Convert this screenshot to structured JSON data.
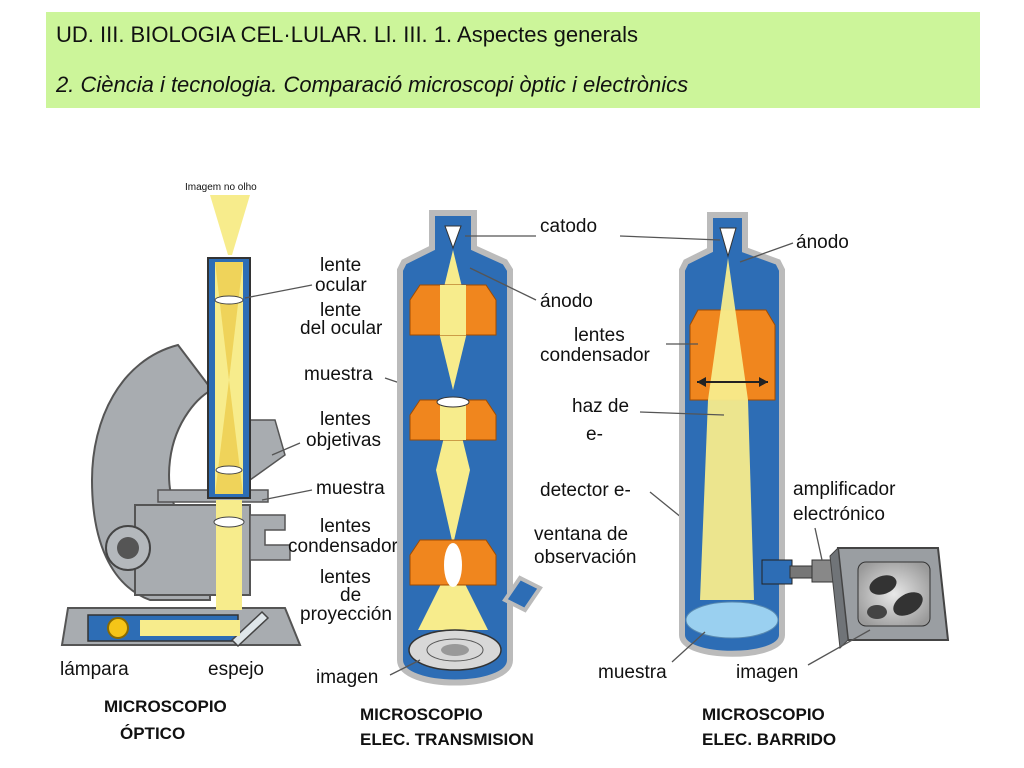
{
  "header": {
    "title": "UD. III. BIOLOGIA CEL·LULAR. Ll. III. 1. Aspectes generals",
    "subtitle": "2. Ciència i tecnologia. Comparació microscopi òptic i  electrònics"
  },
  "optical": {
    "top_label": "Imagem no olho",
    "lente_ocular_1": "lente",
    "lente_ocular_2": "ocular",
    "lente_del_ocular_1": "lente",
    "lente_del_ocular_2": "del ocular",
    "muestra_top": "muestra",
    "lentes_objetivas_1": "lentes",
    "lentes_objetivas_2": "objetivas",
    "muestra_bottom": "muestra",
    "lentes_condensador_1": "lentes",
    "lentes_condensador_2": "condensador",
    "lentes_proyeccion_1": "lentes",
    "lentes_proyeccion_2": "de",
    "lentes_proyeccion_3": "proyección",
    "lampara": "lámpara",
    "espejo": "espejo",
    "caption_1": "MICROSCOPIO",
    "caption_2": "ÓPTICO"
  },
  "transmission": {
    "catodo": "catodo",
    "anodo": "ánodo",
    "lentes_condensador_1": "lentes",
    "lentes_condensador_2": "condensador",
    "haz_1": "haz de",
    "haz_2": "e-",
    "detector": "detector e-",
    "ventana_1": "ventana de",
    "ventana_2": "observación",
    "imagen": "imagen",
    "caption_1": "MICROSCOPIO",
    "caption_2": "ELEC. TRANSMISION"
  },
  "scanning": {
    "anodo": "ánodo",
    "amplificador_1": "amplificador",
    "amplificador_2": "electrónico",
    "muestra": "muestra",
    "imagen": "imagen",
    "caption_1": "MICROSCOPIO",
    "caption_2": "ELEC. BARRIDO"
  },
  "colors": {
    "header_bg": "#ccf59a",
    "column_blue": "#2d6db5",
    "lens_orange": "#f0861e",
    "beam_yellow": "#f7ec8c",
    "body_gray": "#a8acb0"
  }
}
